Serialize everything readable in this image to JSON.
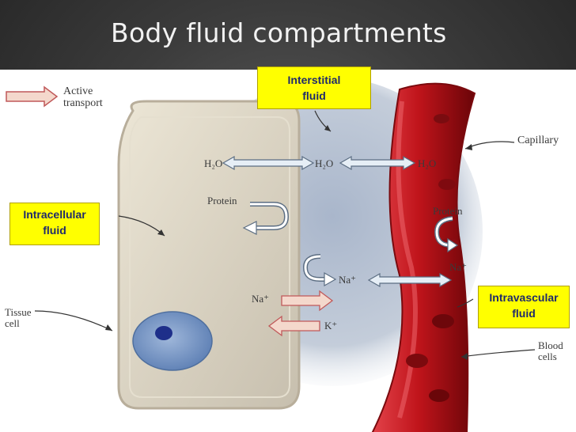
{
  "title": "Body fluid compartments",
  "legend": {
    "line1": "Active",
    "line2": "transport"
  },
  "labels": {
    "capillary": "Capillary",
    "tissue_cell_line1": "Tissue",
    "tissue_cell_line2": "cell",
    "blood_cells_line1": "Blood",
    "blood_cells_line2": "cells"
  },
  "chemicals": {
    "h2o_cell": "H₂O",
    "h2o_interstitial": "H₂O",
    "h2o_capillary": "H₂O",
    "protein_cell": "Protein",
    "protein_capillary": "Protein",
    "na_interstitial": "Na⁺",
    "na_capillary": "Na⁺",
    "na_cell": "Na⁺",
    "k_cell": "K⁺"
  },
  "callouts": {
    "interstitial": {
      "line1": "Interstitial",
      "line2": "fluid"
    },
    "intracellular": {
      "line1": "Intracellular",
      "line2": "fluid"
    },
    "intravascular": {
      "line1": "Intravascular",
      "line2": "fluid"
    }
  },
  "colors": {
    "callout_bg": "#ffff00",
    "callout_text": "#1f2a6b",
    "capillary_red": "#c0141b",
    "cell_fill": "#d9d2c2",
    "interstitial_blue": "#b9c4d6",
    "arrow_fill": "#f4d8cc"
  }
}
